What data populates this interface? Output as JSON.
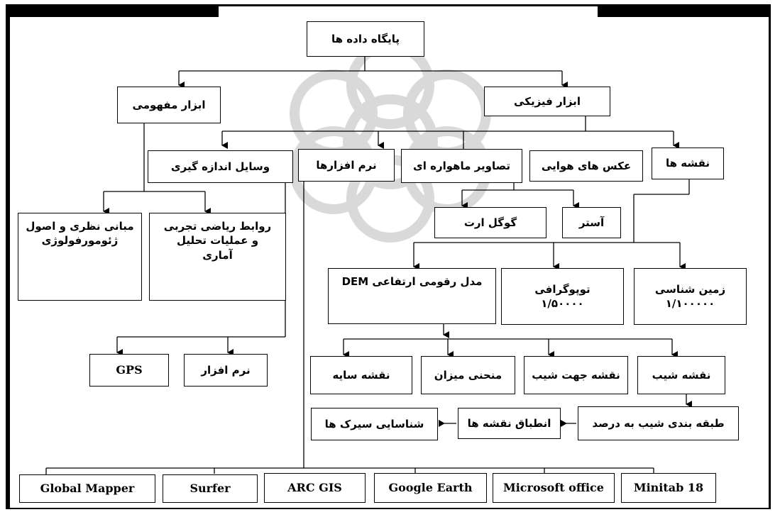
{
  "title": "پایگاه داده ها",
  "branches": {
    "physical": "ابزار فیزیکی",
    "conceptual": "ابزار مفهومی"
  },
  "physical_items": {
    "maps": "نقشه ها",
    "aerial": "عکس های هوایی",
    "satellite": "تصاویر ماهواره ای",
    "software": "نرم افزارها"
  },
  "measuring": "وسایل اندازه گیری",
  "satellite_sources": {
    "aster": "آستر",
    "google_earth": "گوگل ارت"
  },
  "theory": {
    "foundations": "مبانی نظری و اصول\nژئومورفولوژی",
    "math": "روابط ریاضی تجربی\nو عملیات تحلیل\nآماری"
  },
  "map_types": {
    "geology": "زمین شناسی\n۱/۱۰۰۰۰۰",
    "topography": "توپوگرافی\n۱/۵۰۰۰۰",
    "dem": "مدل رقومی ارتفاعی  DEM"
  },
  "dem_outputs": {
    "slope": "نقشه شیب",
    "aspect": "نقشه جهت شیب",
    "contour": "منحنی میزان",
    "hillshade": "نقشه سایه"
  },
  "measuring_items": {
    "software": "نرم افزار",
    "gps": "GPS"
  },
  "process": {
    "slope_class": "طبقه بندی شیب به درصد",
    "overlay": "انطباق نقشه ها",
    "cirque": "شناسایی سیرک ها"
  },
  "software_list": [
    "Global Mapper",
    "Surfer",
    "ARC GIS",
    "Google Earth",
    "Microsoft office",
    "Minitab 18"
  ]
}
